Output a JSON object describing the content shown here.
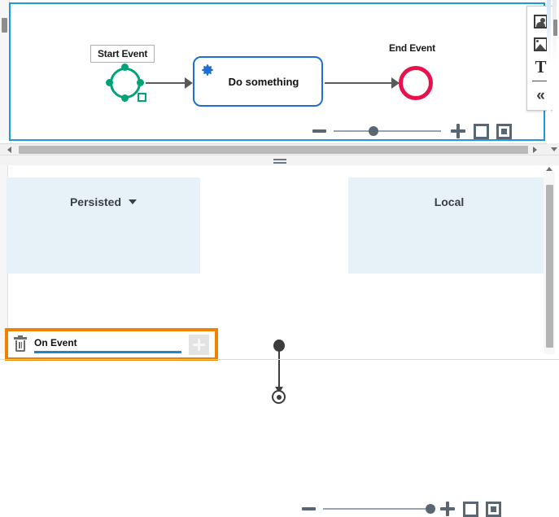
{
  "app": {
    "accent_blue": "#1a99dd",
    "highlight_orange": "#ef8200",
    "region_fill": "#e6f1f8"
  },
  "top_pane": {
    "diagram": {
      "type": "bpmn-process",
      "start_event": {
        "label": "Start Event",
        "color": "#00a27a",
        "selected": true
      },
      "task": {
        "label": "Do something",
        "border_color": "#1f6fd0",
        "icon": "gear-icon",
        "icon_color": "#1f6fd0"
      },
      "end_event": {
        "label": "End Event",
        "color": "#e8114b"
      },
      "flows": [
        {
          "from": "Start Event",
          "to": "Do something"
        },
        {
          "from": "Do something",
          "to": "End Event"
        }
      ]
    },
    "toolbar": {
      "items": [
        {
          "name": "person-icon",
          "label": "User"
        },
        {
          "name": "image-icon",
          "label": "Image"
        },
        {
          "name": "text-icon",
          "label": "T"
        },
        {
          "name": "collapse-icon",
          "label": "«"
        }
      ]
    },
    "zoom_controls": {
      "minus_label": "−",
      "plus_label": "+",
      "slider_percent": 37,
      "fullscreen_label": "Fullscreen",
      "fit_label": "Fit to screen"
    }
  },
  "bottom_pane": {
    "regions": [
      {
        "title": "Persisted",
        "has_dropdown": true
      },
      {
        "title": "Local",
        "has_dropdown": false
      }
    ],
    "graph": {
      "type": "state-flow",
      "nodes": [
        {
          "name": "start-node",
          "shape": "filled-circle"
        },
        {
          "name": "end-node",
          "shape": "target-circle"
        }
      ],
      "edges": [
        {
          "from": "start-node",
          "to": "end-node"
        }
      ]
    },
    "event_editor": {
      "delete_icon": "trash-icon",
      "event_name": "On Event",
      "event_name_placeholder": "On Event",
      "add_label": "+",
      "highlighted": true
    },
    "zoom_controls": {
      "minus_label": "−",
      "plus_label": "+",
      "slider_percent": 100,
      "fullscreen_label": "Fullscreen",
      "fit_label": "Fit to screen"
    }
  }
}
